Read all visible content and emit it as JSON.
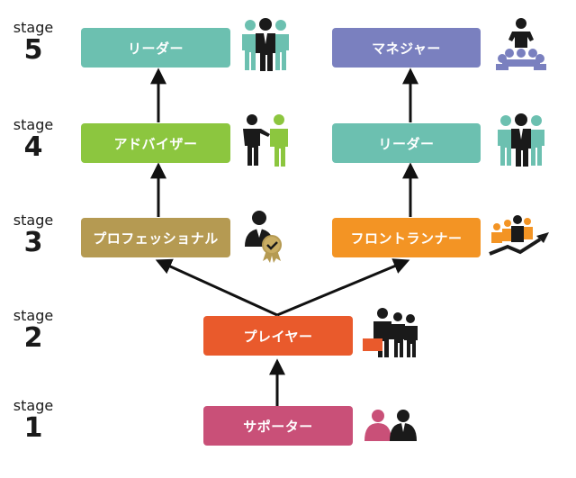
{
  "stages": [
    {
      "word": "stage",
      "number": "5"
    },
    {
      "word": "stage",
      "number": "4"
    },
    {
      "word": "stage",
      "number": "3"
    },
    {
      "word": "stage",
      "number": "2"
    },
    {
      "word": "stage",
      "number": "1"
    }
  ],
  "left_path": {
    "stage5": "リーダー",
    "stage4": "アドバイザー",
    "stage3": "プロフェッショナル"
  },
  "right_path": {
    "stage5": "マネジャー",
    "stage4": "リーダー",
    "stage3": "フロントランナー"
  },
  "center_path": {
    "stage2": "プレイヤー",
    "stage1": "サポーター"
  },
  "colors": {
    "teal": "#6cc0b0",
    "green": "#8cc63f",
    "olive": "#b59a52",
    "purple": "#7a80bf",
    "orange": "#f39424",
    "red_orange": "#e95a2c",
    "pink": "#c95078",
    "arrow": "#111111",
    "icon_dark": "#1a1a1a"
  },
  "icons": [
    "leader-team-icon",
    "manager-presentation-icon",
    "advisor-handshake-icon",
    "leader-team-icon",
    "professional-certified-icon",
    "frontrunner-growth-icon",
    "player-team-icon",
    "supporter-pair-icon"
  ]
}
